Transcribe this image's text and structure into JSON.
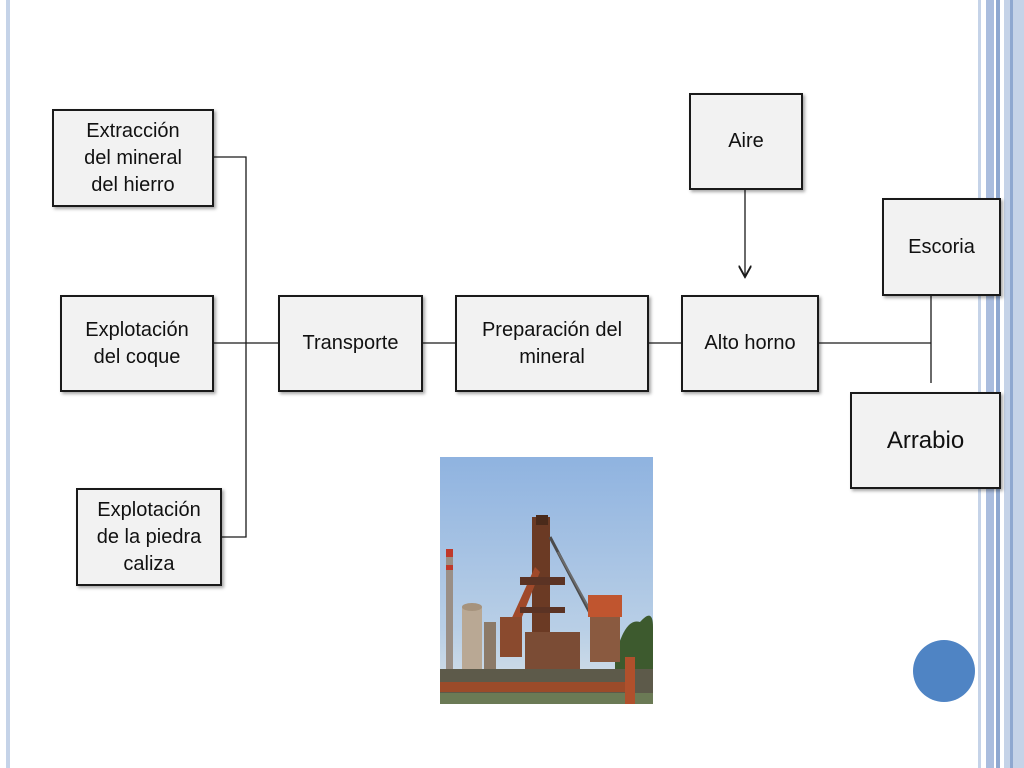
{
  "diagram": {
    "nodes": {
      "extraccion": "Extracción\ndel mineral\ndel hierro",
      "coque": "Explotación\ndel coque",
      "caliza": "Explotación\nde la piedra\ncaliza",
      "transporte": "Transporte",
      "preparacion": "Preparación del\nmineral",
      "alto_horno": "Alto horno",
      "aire": "Aire",
      "escoria": "Escoria",
      "arrabio": "Arrabio"
    },
    "edges": [
      {
        "from": "extraccion",
        "to": "transporte"
      },
      {
        "from": "coque",
        "to": "transporte"
      },
      {
        "from": "caliza",
        "to": "transporte"
      },
      {
        "from": "transporte",
        "to": "preparacion"
      },
      {
        "from": "preparacion",
        "to": "alto_horno"
      },
      {
        "from": "aire",
        "to": "alto_horno",
        "arrow": true
      },
      {
        "from": "alto_horno",
        "to": "escoria"
      },
      {
        "from": "alto_horno",
        "to": "arrabio"
      }
    ]
  },
  "image": {
    "subject": "blast furnace industrial plant photo"
  },
  "colors": {
    "box_fill": "#f2f2f2",
    "box_border": "#1a1a1a",
    "accent_dot": "#4f84c4",
    "stripe_light": "#c5d3e8",
    "stripe_dark": "#8fa8d0"
  }
}
